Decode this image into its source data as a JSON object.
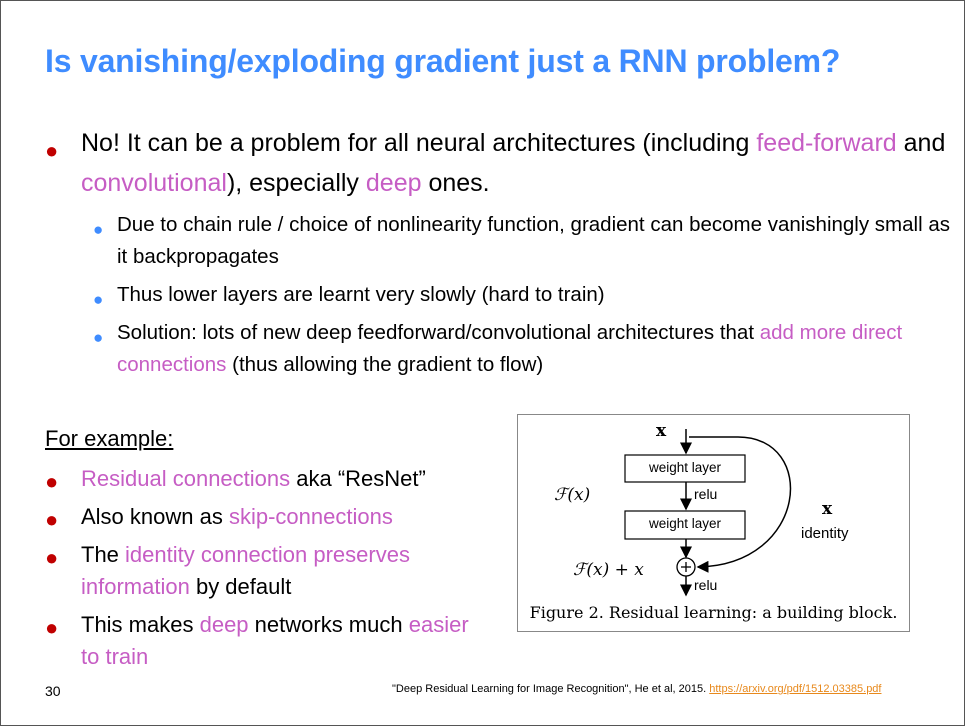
{
  "title": "Is vanishing/exploding gradient just a RNN problem?",
  "main_bullet": [
    [
      "No! It can be a problem for all neural architectures (including ",
      0
    ],
    [
      "feed-forward",
      1
    ],
    [
      " and ",
      0
    ],
    [
      "convolutional",
      1
    ],
    [
      "), especially ",
      0
    ],
    [
      "deep",
      1
    ],
    [
      " ones.",
      0
    ]
  ],
  "sub_bullets": [
    [
      [
        "Due to chain rule / choice of nonlinearity function, gradient can become vanishingly small as it backpropagates",
        0
      ]
    ],
    [
      [
        "Thus lower layers are learnt very slowly (hard to train)",
        0
      ]
    ],
    [
      [
        "Solution: lots of new deep feedforward/convolutional architectures that ",
        0
      ],
      [
        "add more direct connections",
        1
      ],
      [
        " (thus allowing the gradient to flow)",
        0
      ]
    ]
  ],
  "example_heading": "For example:",
  "example_bullets": [
    [
      [
        "Residual connections",
        1
      ],
      [
        " aka “ResNet”",
        0
      ]
    ],
    [
      [
        "Also known as ",
        0
      ],
      [
        "skip-connections",
        1
      ]
    ],
    [
      [
        "The ",
        0
      ],
      [
        "identity connection preserves information",
        1
      ],
      [
        " by default",
        0
      ]
    ],
    [
      [
        "This makes ",
        0
      ],
      [
        "deep",
        1
      ],
      [
        " networks much ",
        0
      ],
      [
        "easier to train",
        1
      ]
    ]
  ],
  "figure": {
    "input": "x",
    "layer1": "weight layer",
    "relu1": "relu",
    "layer2": "weight layer",
    "relu2": "relu",
    "fx": "ℱ(x)",
    "sum": "ℱ(x) + x",
    "shortcut_x": "x",
    "identity": "identity",
    "caption": "Figure 2. Residual learning: a building block."
  },
  "page_number": "30",
  "citation": "\"Deep Residual Learning for Image Recognition\", He et al, 2015. ",
  "citation_link": "https://arxiv.org/pdf/1512.03385.pdf",
  "colors": {
    "title": "#3F8CFF",
    "highlight": "#C65DC4",
    "bullet": "#C00000",
    "link": "#E8891C"
  }
}
